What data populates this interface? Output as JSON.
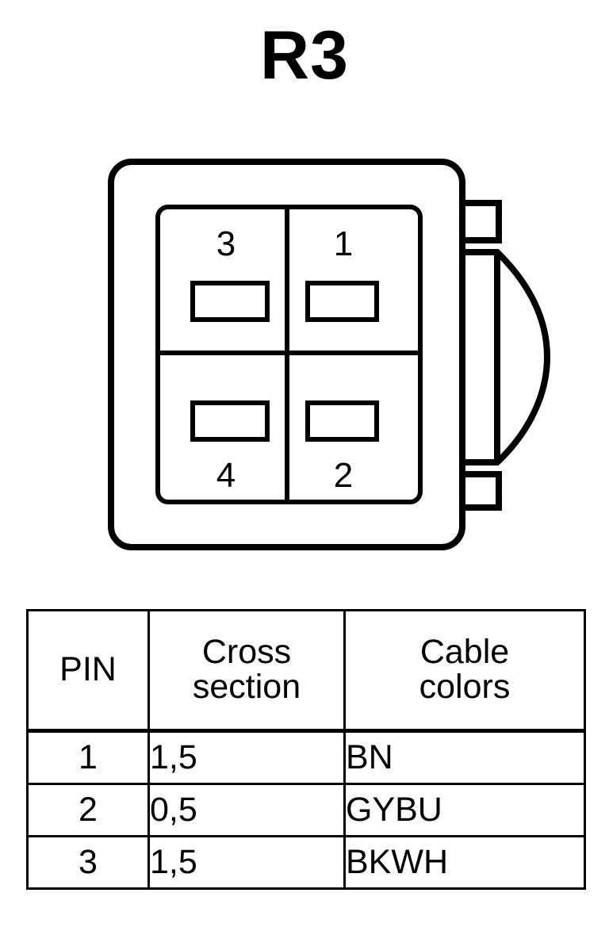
{
  "title": "R3",
  "connector": {
    "name": "4-way-connector-front-view",
    "cavities": [
      {
        "pin": "3",
        "position": "top-left"
      },
      {
        "pin": "1",
        "position": "top-right"
      },
      {
        "pin": "4",
        "position": "bottom-left"
      },
      {
        "pin": "2",
        "position": "bottom-right"
      }
    ],
    "latch": "side-latch",
    "tabs": [
      "upper-tab",
      "lower-tab"
    ]
  },
  "table": {
    "headers": {
      "pin": "PIN",
      "cross_line1": "Cross",
      "cross_line2": "section",
      "color_line1": "Cable",
      "color_line2": "colors"
    },
    "rows": [
      {
        "pin": "1",
        "cross_section": "1,5",
        "cable_colors": "BN"
      },
      {
        "pin": "2",
        "cross_section": "0,5",
        "cable_colors": "GYBU"
      },
      {
        "pin": "3",
        "cross_section": "1,5",
        "cable_colors": "BKWH"
      }
    ]
  },
  "colors": {
    "stroke": "#000000",
    "background": "#ffffff"
  }
}
